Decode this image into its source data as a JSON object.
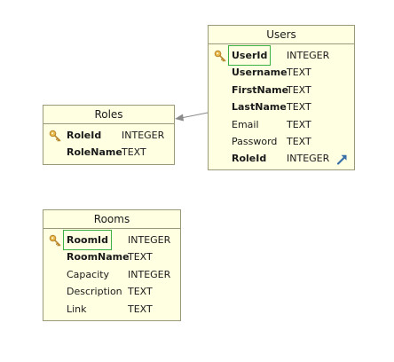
{
  "entities": {
    "users": {
      "title": "Users",
      "columns": [
        {
          "name": "UserId",
          "type": "INTEGER",
          "bold": true,
          "pk": true
        },
        {
          "name": "Username",
          "type": "TEXT",
          "bold": true
        },
        {
          "name": "FirstName",
          "type": "TEXT",
          "bold": true
        },
        {
          "name": "LastName",
          "type": "TEXT",
          "bold": true
        },
        {
          "name": "Email",
          "type": "TEXT",
          "bold": false
        },
        {
          "name": "Password",
          "type": "TEXT",
          "bold": false
        },
        {
          "name": "RoleId",
          "type": "INTEGER",
          "bold": true,
          "fk": true
        }
      ]
    },
    "roles": {
      "title": "Roles",
      "columns": [
        {
          "name": "RoleId",
          "type": "INTEGER",
          "bold": true,
          "pk": true
        },
        {
          "name": "RoleName",
          "type": "TEXT",
          "bold": true
        }
      ]
    },
    "rooms": {
      "title": "Rooms",
      "columns": [
        {
          "name": "RoomId",
          "type": "INTEGER",
          "bold": true,
          "pk": true
        },
        {
          "name": "RoomName",
          "type": "TEXT",
          "bold": true
        },
        {
          "name": "Capacity",
          "type": "INTEGER",
          "bold": false
        },
        {
          "name": "Description",
          "type": "TEXT",
          "bold": false
        },
        {
          "name": "Link",
          "type": "TEXT",
          "bold": false
        }
      ]
    }
  },
  "relations": [
    {
      "from": "users.RoleId",
      "to": "roles.RoleId"
    }
  ],
  "icons": {
    "primary_key": "key-icon",
    "foreign_key": "link-arrow-icon"
  },
  "colors": {
    "entity_fill": "#ffffe1",
    "entity_border": "#9a9a7a",
    "pk_highlight": "#3cb043",
    "connector": "#8a8a8a",
    "fk_arrow": "#3a6ea8"
  }
}
